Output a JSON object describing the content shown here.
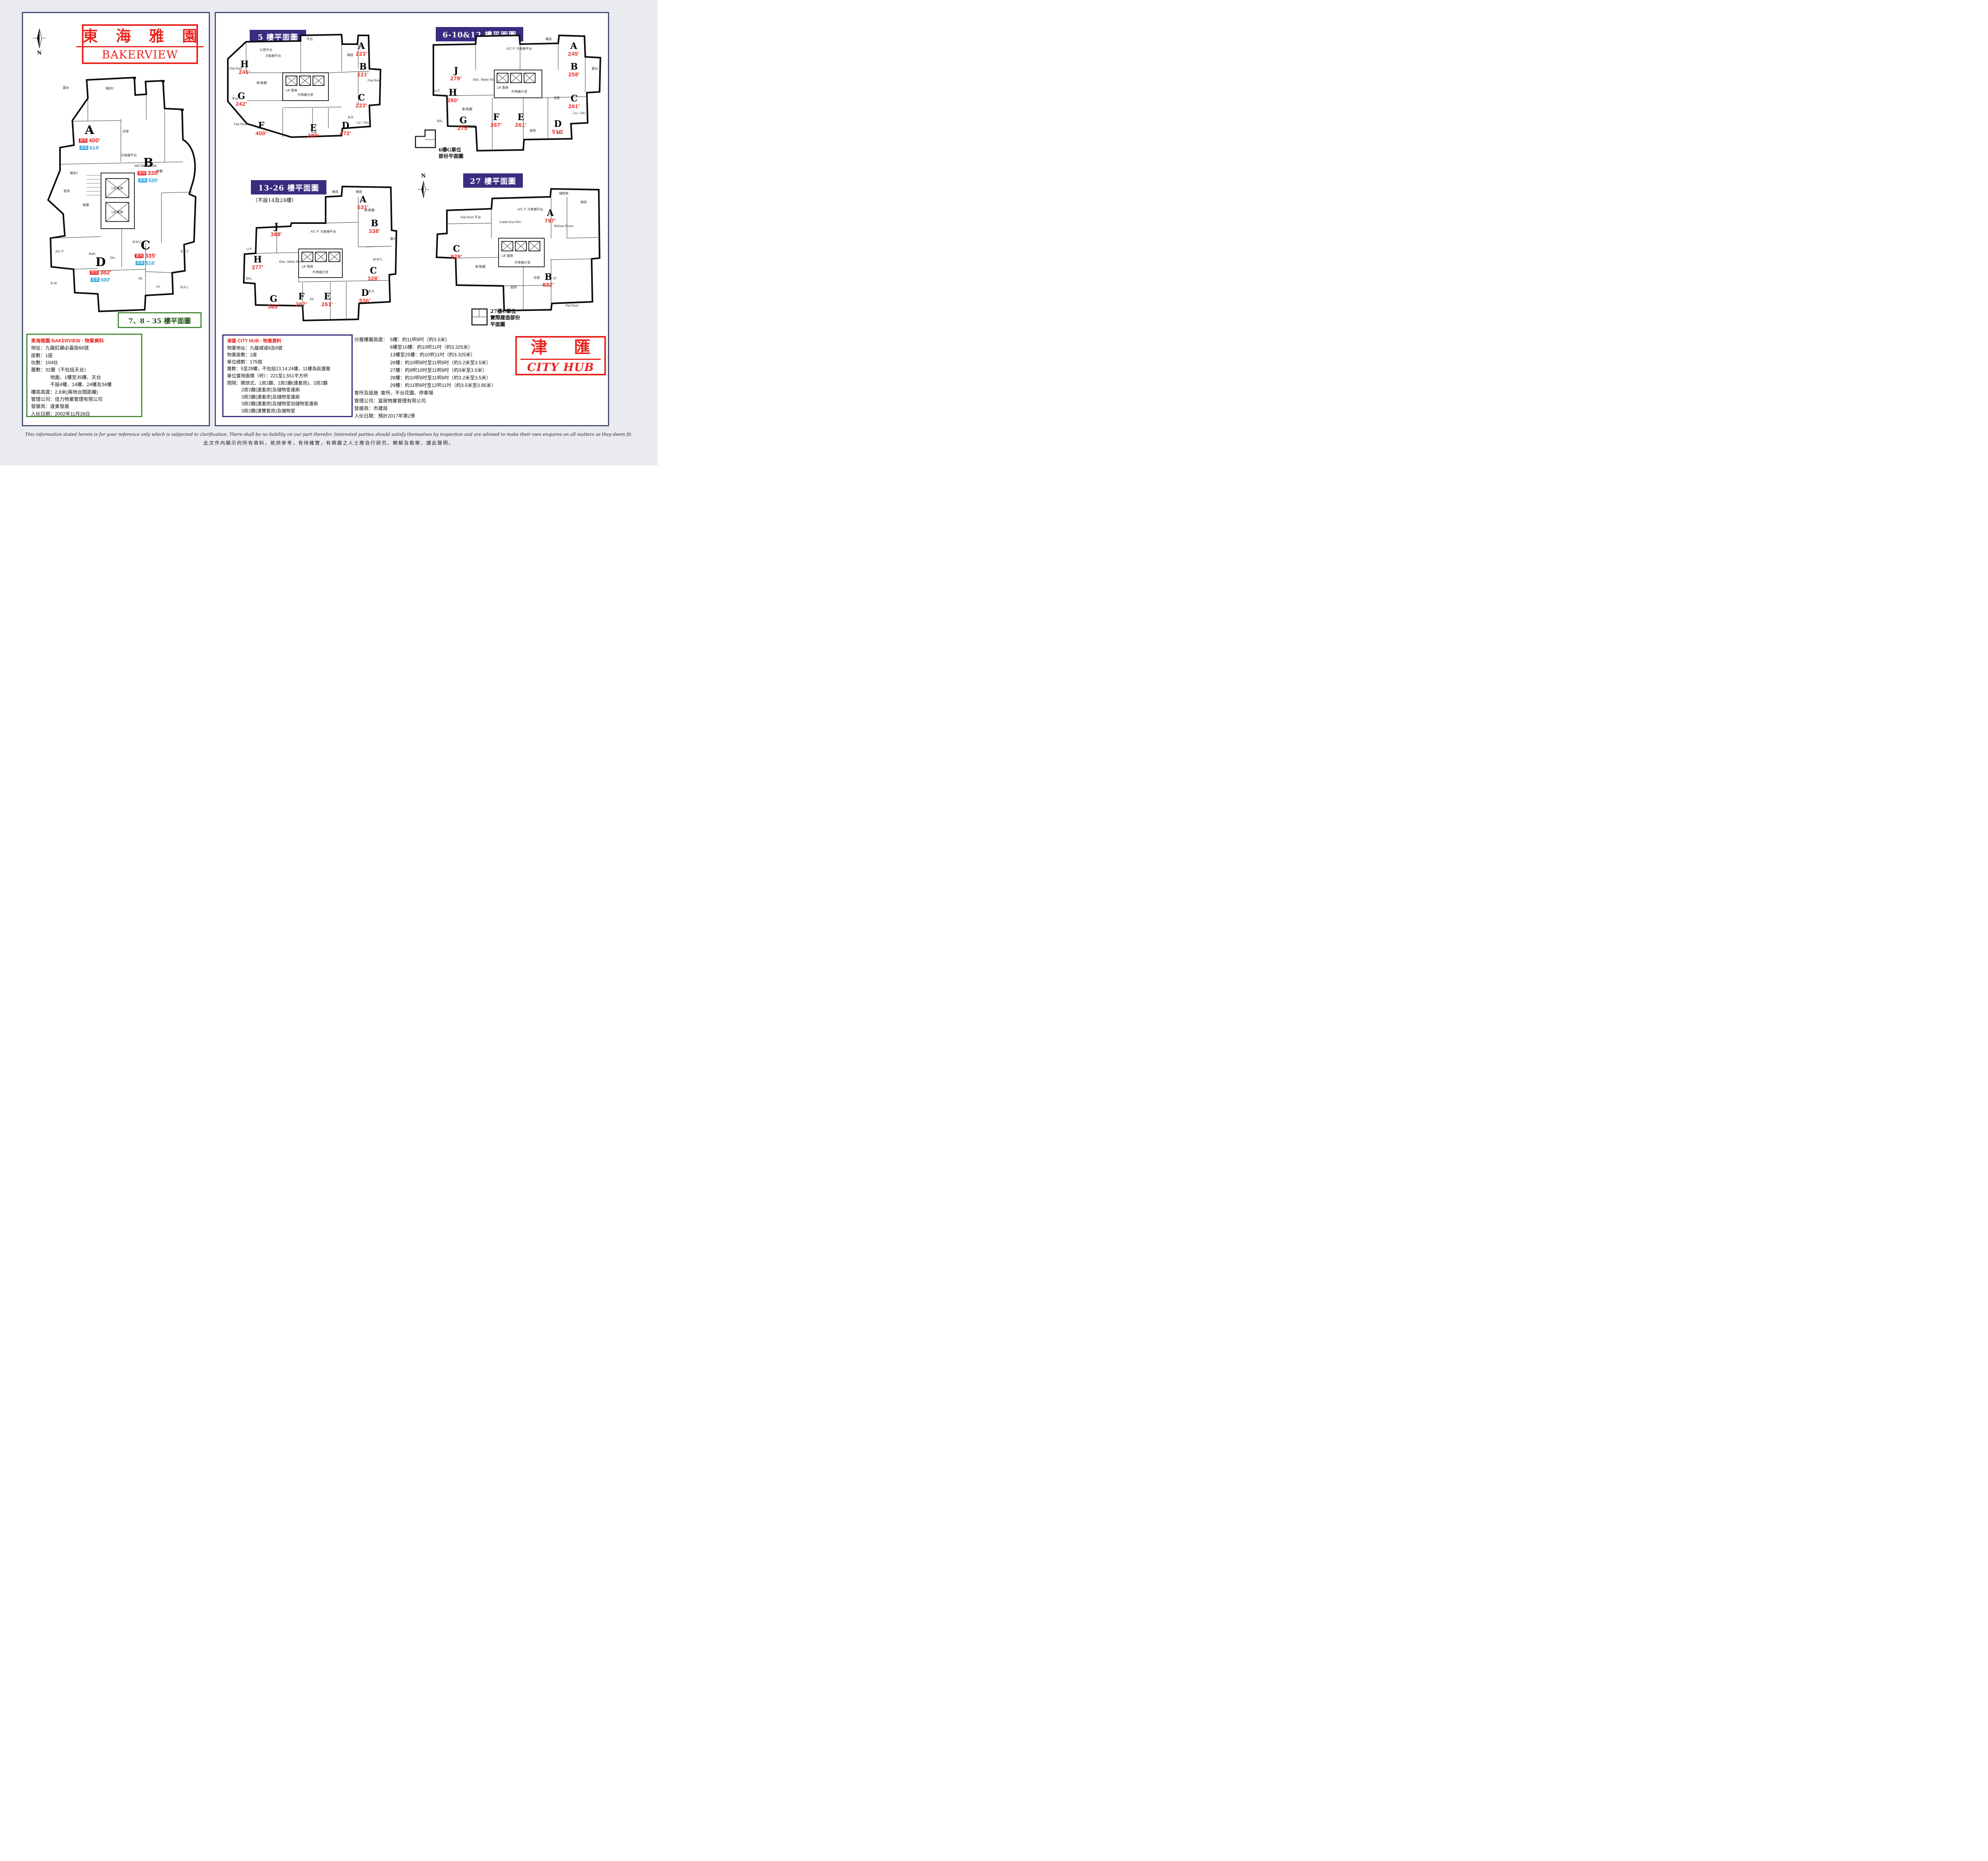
{
  "page": {
    "north_label": "N",
    "disclaimer_en": "This information stated herein is for your reference only which is subjected to clarification.  There shall be no liability on our part therefor.  Interested parties should satisfy themselves by inspection and are advised to make their own enquires on all matters as they deem fit.",
    "disclaimer_zh": "此文件內顯示的所有資料，衹供參考，有待確實，有興趣之人士應自行研究、瞭解及勘察，謹此聲明。"
  },
  "bakerview": {
    "title_zh": "東 海 雅 園",
    "title_en": "BAKERVIEW",
    "plan_caption": "7、8 - 35 樓平面圖",
    "tag_saleable": "實用",
    "tag_gross": "建築",
    "units": [
      {
        "label": "A",
        "saleable": "400'",
        "gross": "614'"
      },
      {
        "label": "B",
        "saleable": "335'",
        "gross": "520'"
      },
      {
        "label": "C",
        "saleable": "335'",
        "gross": "516'"
      },
      {
        "label": "D",
        "saleable": "382'",
        "gross": "600'"
      }
    ],
    "rooms": [
      "露台",
      "睡房2",
      "睡房1",
      "浴室",
      "廚房",
      "冷氣機平台",
      "客廳",
      "飯廳",
      "METER ROOM",
      "Lift 電梯",
      "Lift 電梯",
      "Din.",
      "Liv.",
      "Kit.",
      "Bath",
      "B.R.1",
      "B.R.2",
      "A/C P.",
      "B.W.",
      "W.M.C."
    ],
    "info": {
      "title": "東海雅園 BAKERVIEW  -  物業資料",
      "lines": [
        "地址：九龍紅磡必嘉街66號",
        "座數：1座",
        "伙數：104伙",
        "層數：32層（不包括天台）",
        "地面、1樓至35樓、天台",
        "不設4樓、14樓、24樓及34樓",
        "樓底高度：2.8米(兩地台間距離)",
        "管理公司：佳力物業管理有限公司",
        "發展商：遠東發展",
        "入伙日期：2002年11月28日"
      ]
    }
  },
  "cityhub": {
    "title_zh": "津 匯",
    "title_en": "CITY HUB",
    "plans": [
      {
        "title": "5 樓平面圖",
        "units": [
          {
            "label": "A",
            "area": "223'"
          },
          {
            "label": "B",
            "area": "221'"
          },
          {
            "label": "C",
            "area": "223'"
          },
          {
            "label": "D",
            "area": "472'"
          },
          {
            "label": "E",
            "area": "280'"
          },
          {
            "label": "F",
            "area": "400'"
          },
          {
            "label": "G",
            "area": "242'"
          },
          {
            "label": "H",
            "area": "241'"
          }
        ],
        "rooms": [
          "平台",
          "公用平台",
          "冷氣機平台",
          "Flat Roof",
          "Flat Roof",
          "平台",
          "Flat Roof",
          "升降機大堂",
          "Lift 電梯",
          "客/飯廳",
          "睡房",
          "B.R.",
          "Liv. / Din.",
          "平台"
        ]
      },
      {
        "title": "6-10&12 樓平面圖",
        "note": [
          "6樓G單位",
          "部份平面圖"
        ],
        "units": [
          {
            "label": "A",
            "area": "245'"
          },
          {
            "label": "B",
            "area": "258'"
          },
          {
            "label": "C",
            "area": "261'"
          },
          {
            "label": "D",
            "area": "510'"
          },
          {
            "label": "E",
            "area": "261'"
          },
          {
            "label": "F",
            "area": "267'"
          },
          {
            "label": "G",
            "area": "275'"
          },
          {
            "label": "H",
            "area": "280'"
          },
          {
            "label": "J",
            "area": "279'"
          }
        ],
        "rooms": [
          "A/C P. 冷氣機平台",
          "升降機大堂",
          "Lift 電梯",
          "露台",
          "客/飯廳",
          "睡房",
          "BAL.",
          "Elec. Meter Rm.",
          "浴室",
          "廚房",
          "Liv. / Din.",
          "B.R.",
          "U.P."
        ]
      },
      {
        "title": "13-26 樓平面圖",
        "subtitle": "（不設14及24樓）",
        "units": [
          {
            "label": "A",
            "area": "531'"
          },
          {
            "label": "B",
            "area": "338'"
          },
          {
            "label": "C",
            "area": "328'"
          },
          {
            "label": "D",
            "area": "536'"
          },
          {
            "label": "E",
            "area": "261'"
          },
          {
            "label": "F",
            "area": "267'"
          },
          {
            "label": "G",
            "area": "365'"
          },
          {
            "label": "H",
            "area": "277'"
          },
          {
            "label": "J",
            "area": "368'"
          }
        ],
        "rooms": [
          "睡房",
          "睡房",
          "客/飯廳",
          "A/C P. 冷氣機平台",
          "升降機大堂",
          "Lift 電梯",
          "Elec. Meter Rm.",
          "BAL.",
          "U.P.",
          "B.R.",
          "Kit.",
          "W.M.C.",
          "露台"
        ]
      },
      {
        "title": "27 樓平面圖",
        "note": [
          "27樓C單位",
          "實際建造部份",
          "平面圖"
        ],
        "units": [
          {
            "label": "A",
            "area": "797'"
          },
          {
            "label": "B",
            "area": "832'"
          },
          {
            "label": "C",
            "area": "929'"
          }
        ],
        "rooms": [
          "Flat Roof 平台",
          "A/C P. 冷氣機平台",
          "升降機大堂",
          "Lift 電梯",
          "Cable Duct Rm.",
          "Refuse Room",
          "客/飯廳",
          "睡房",
          "儲物室",
          "Flat Roof",
          "ST.",
          "浴室",
          "廚房"
        ]
      }
    ],
    "info": {
      "title": "津匯 CITY HUB - 物業資料",
      "lines": [
        "物業地址：九龍城道6及8號",
        "物業座數：1座",
        "單位總數：175個",
        "層數：5至29樓，不包括13,14,24樓，11樓為庇護層",
        "單位實用面積（呎）：221至1,551平方呎",
        "間隔：開放式、1房2廳、1房2廳(連套房)、2房2廳",
        "2房2廳(連套房)及儲物室連廁",
        "3房2廳(連套房)及儲物室連廁",
        "3房2廳(連套房)及儲物室加儲物室連廁",
        "3房2廳(連雙套房)及儲物室"
      ]
    },
    "info_right": {
      "height_label": "分層樓層高度：",
      "height_lines": [
        "5樓：約11呎6吋（約3.5米）",
        "6樓至10樓：約10呎11吋（約3.325米）",
        "13樓至25樓：約10呎11吋（約3.325米）",
        "26樓：約10呎6吋至11呎6吋（約3.2米至3.5米）",
        "27樓：約9呎10吋至11呎6吋（約3米至3.5米）",
        "28樓：約10呎6吋至11呎6吋（約3.2米至3.5米）",
        "29樓：約11呎6吋至12呎11吋（約3.5米至3.95米）"
      ],
      "other_lines": [
        "會所及設施 :會所、平台花園、停車場",
        "管理公司：富居物業管理有限公司",
        "發展商：市建局",
        "入伙日期：預計2017年第2季"
      ]
    }
  }
}
